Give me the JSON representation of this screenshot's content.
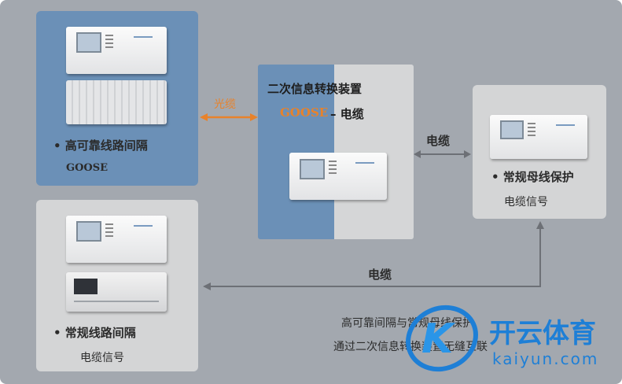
{
  "left_top": {
    "title": "• 高可靠线路间隔",
    "subtitle": "GOOSE"
  },
  "link_top": {
    "label": "光缆",
    "color": "#e8822a"
  },
  "center": {
    "title": "二次信息转换装置",
    "goose": "GOOSE",
    "dash_cable": "– 电缆"
  },
  "link_right": {
    "label": "电缆"
  },
  "right": {
    "title": "• 常规母线保护",
    "subtitle": "电缆信号"
  },
  "bottom_link": {
    "label": "电缆"
  },
  "left_bottom": {
    "title": "• 常规线路间隔",
    "subtitle": "电缆信号"
  },
  "note": {
    "line1": "高可靠间隔与常规母线保护",
    "line2": "通过二次信息转换装置无缝互联"
  },
  "watermark": {
    "brand": "开云体育",
    "url": "kaiyun.com"
  },
  "colors": {
    "background": "#a3a8af",
    "panel_blue": "#6b90b7",
    "panel_light": "#d4d5d6",
    "fiber": "#e8822a",
    "connector": "#6d7076",
    "watermark": "#1e7fd6"
  }
}
